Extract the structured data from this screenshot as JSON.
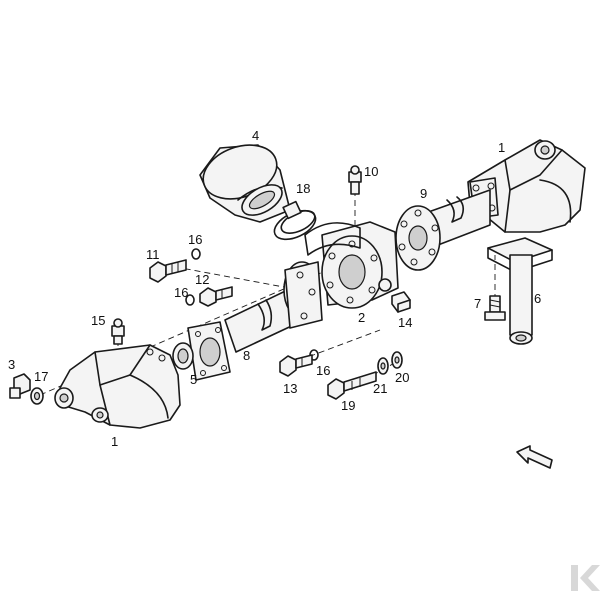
{
  "diagram": {
    "type": "exploded parts diagram",
    "callouts": [
      "1",
      "1",
      "2",
      "3",
      "4",
      "5",
      "6",
      "7",
      "8",
      "9",
      "10",
      "11",
      "12",
      "13",
      "14",
      "15",
      "16",
      "16",
      "16",
      "17",
      "18",
      "19",
      "20",
      "21"
    ],
    "direction_arrow": "arrow pointing up-left",
    "logo": "K"
  },
  "colors": {
    "line": "#1a1a1a",
    "background": "#ffffff",
    "shade": "#cfcfcf",
    "logo": "#d8d8d8"
  }
}
